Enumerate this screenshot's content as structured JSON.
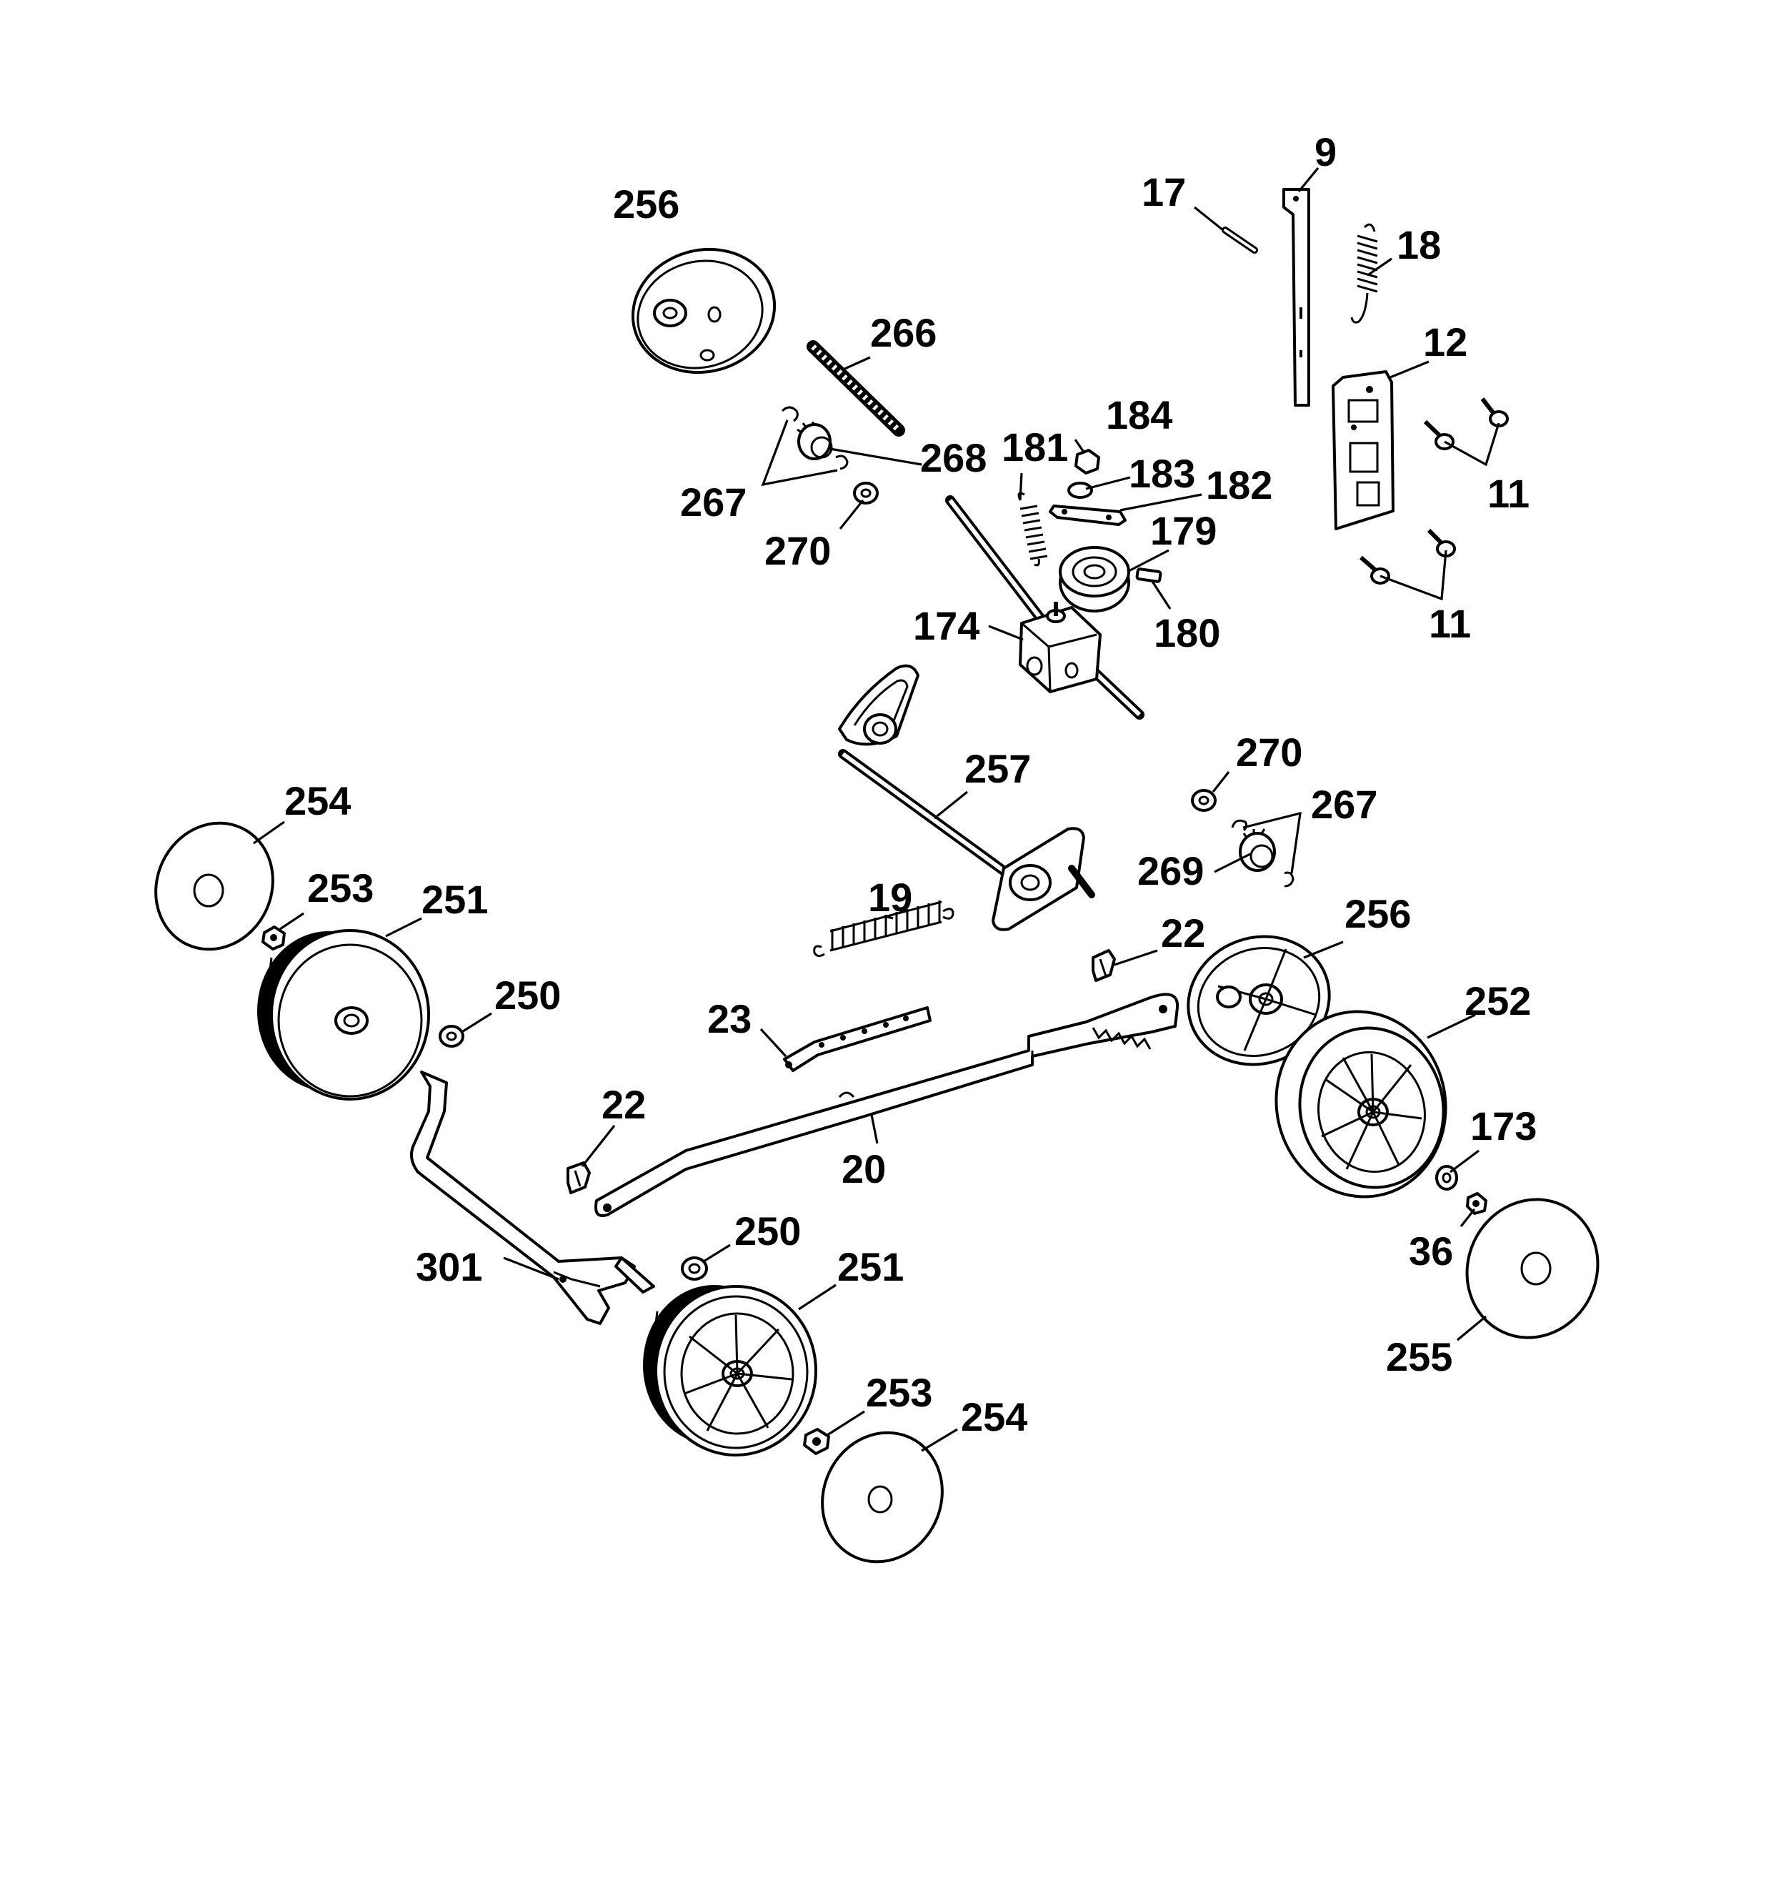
{
  "callouts": {
    "c9": "9",
    "c17": "17",
    "c18": "18",
    "c12": "12",
    "c11a": "11",
    "c11b": "11",
    "c256a": "256",
    "c266": "266",
    "c184": "184",
    "c181": "181",
    "c268": "268",
    "c183": "183",
    "c182": "182",
    "c267a": "267",
    "c179": "179",
    "c270a": "270",
    "c174": "174",
    "c180": "180",
    "c257": "257",
    "c270b": "270",
    "c267b": "267",
    "c269": "269",
    "c254a": "254",
    "c253a": "253",
    "c251a": "251",
    "c19": "19",
    "c22a": "22",
    "c256b": "256",
    "c250a": "250",
    "c23": "23",
    "c252": "252",
    "c22b": "22",
    "c173": "173",
    "c20": "20",
    "c36": "36",
    "c250b": "250",
    "c301": "301",
    "c251b": "251",
    "c255": "255",
    "c253b": "253",
    "c254b": "254"
  }
}
